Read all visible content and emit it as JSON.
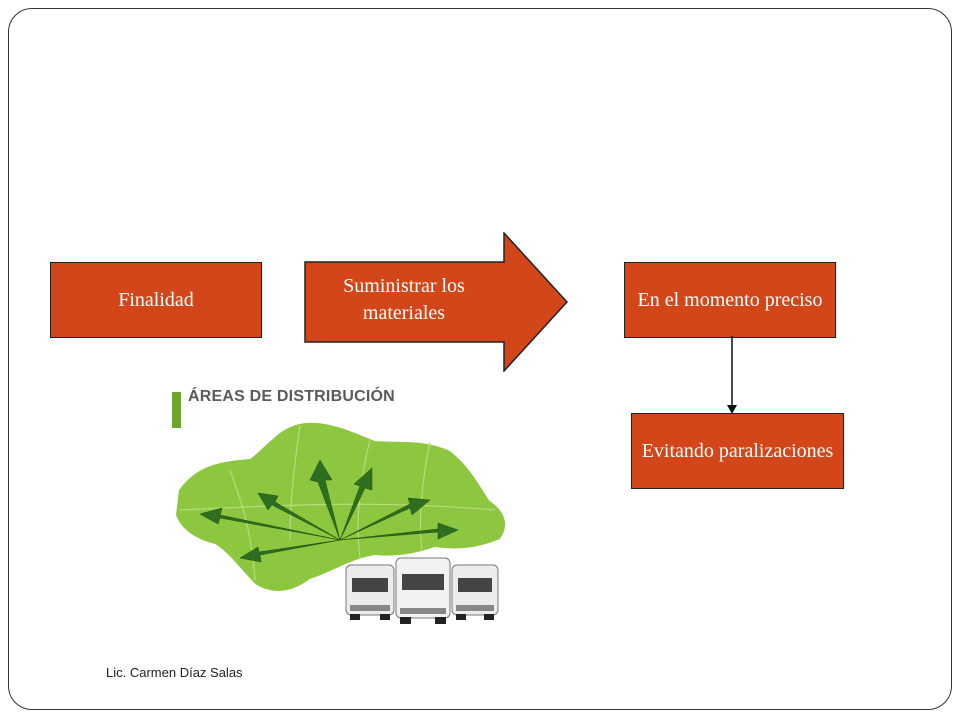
{
  "diagram": {
    "finalidad": "Finalidad",
    "suministrar": "Suministrar los materiales",
    "momento": "En el momento preciso",
    "evitando": "Evitando paralizaciones"
  },
  "image": {
    "title": "ÁREAS DE DISTRIBUCIÓN"
  },
  "footer": "Lic. Carmen Díaz Salas",
  "colors": {
    "box_fill": "#d2461a",
    "map_green": "#8dc63f",
    "arrow_green": "#2e6e1f"
  }
}
